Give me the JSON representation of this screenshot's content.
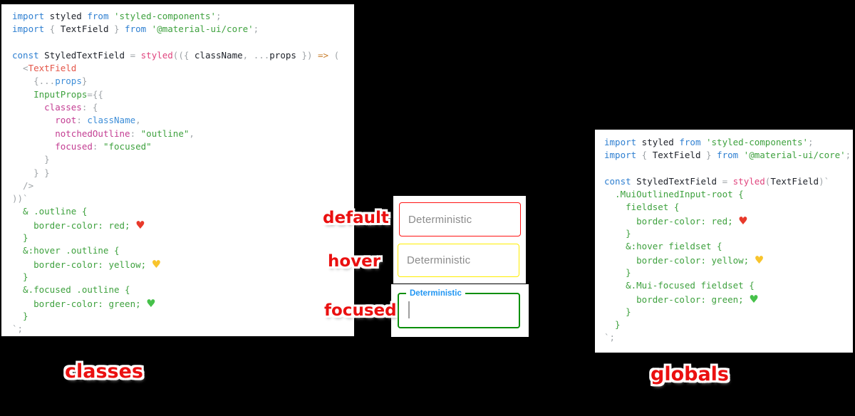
{
  "colors": {
    "background": "#000000",
    "panel_bg": "#ffffff",
    "sticker_red": "#ea1010",
    "field_label_gray": "#8b8b8b",
    "focused_label_blue": "#2196f3",
    "border_default": "#ff1414",
    "border_hover": "#ffee00",
    "border_focused": "#0a8f0a",
    "cursor_gray": "#9e9e9e",
    "syntax": {
      "keyword": "#2e7fd1",
      "plain": "#1d2129",
      "punctuation": "#9fa4a8",
      "green": "#3ea13e",
      "function": "#e0447e",
      "jsx_tag": "#e45649",
      "property": "#c33d92",
      "variable": "#3e8ed8",
      "arrow": "#c97f2e"
    },
    "hearts": {
      "red": "#e8392a",
      "yellow": "#f8c42c",
      "green": "#46c14a"
    }
  },
  "annotations": {
    "default_label": "default",
    "hover_label": "hover",
    "focused_label": "focused",
    "classes_label": "classes",
    "globals_label": "globals"
  },
  "textfields": {
    "default": {
      "label": "Deterministic"
    },
    "hover": {
      "label": "Deterministic"
    },
    "focused": {
      "label": "Deterministic"
    }
  },
  "left_code": {
    "lines": [
      [
        [
          "kw",
          "import"
        ],
        [
          "pln",
          " styled "
        ],
        [
          "kw",
          "from"
        ],
        [
          "grn",
          " 'styled-components'"
        ],
        [
          "pun",
          ";"
        ]
      ],
      [
        [
          "kw",
          "import"
        ],
        [
          "pun",
          " { "
        ],
        [
          "pln",
          "TextField"
        ],
        [
          "pun",
          " } "
        ],
        [
          "kw",
          "from"
        ],
        [
          "grn",
          " '@material-ui/core'"
        ],
        [
          "pun",
          ";"
        ]
      ],
      [],
      [
        [
          "kw",
          "const"
        ],
        [
          "pln",
          " StyledTextField "
        ],
        [
          "pun",
          "= "
        ],
        [
          "fn",
          "styled"
        ],
        [
          "pun",
          "(({ "
        ],
        [
          "pln",
          "className"
        ],
        [
          "pun",
          ", ..."
        ],
        [
          "pln",
          "props"
        ],
        [
          "pun",
          " }) "
        ],
        [
          "arw",
          "=>"
        ],
        [
          "pun",
          " ("
        ]
      ],
      [
        [
          "pun",
          "  <"
        ],
        [
          "tag",
          "TextField"
        ]
      ],
      [
        [
          "pun",
          "    {..."
        ],
        [
          "var",
          "props"
        ],
        [
          "pun",
          "}"
        ]
      ],
      [
        [
          "pun",
          "    "
        ],
        [
          "grn",
          "InputProps"
        ],
        [
          "pun",
          "={{"
        ]
      ],
      [
        [
          "pun",
          "      "
        ],
        [
          "prop",
          "classes"
        ],
        [
          "pun",
          ": {"
        ]
      ],
      [
        [
          "pun",
          "        "
        ],
        [
          "prop",
          "root"
        ],
        [
          "pun",
          ": "
        ],
        [
          "var",
          "className"
        ],
        [
          "pun",
          ","
        ]
      ],
      [
        [
          "pun",
          "        "
        ],
        [
          "prop",
          "notchedOutline"
        ],
        [
          "pun",
          ": "
        ],
        [
          "grn",
          "\"outline\""
        ],
        [
          "pun",
          ","
        ]
      ],
      [
        [
          "pun",
          "        "
        ],
        [
          "prop",
          "focused"
        ],
        [
          "pun",
          ": "
        ],
        [
          "grn",
          "\"focused\""
        ]
      ],
      [
        [
          "pun",
          "      }"
        ]
      ],
      [
        [
          "pun",
          "    } }"
        ]
      ],
      [
        [
          "pun",
          "  />"
        ]
      ],
      [
        [
          "pun",
          "))`"
        ]
      ],
      [
        [
          "grn",
          "  & .outline {"
        ]
      ],
      [
        [
          "grn",
          "    border-color: red; "
        ],
        [
          "hr",
          "♥"
        ]
      ],
      [
        [
          "grn",
          "  }"
        ]
      ],
      [
        [
          "grn",
          "  &:hover .outline {"
        ]
      ],
      [
        [
          "grn",
          "    border-color: yellow; "
        ],
        [
          "hy",
          "♥"
        ]
      ],
      [
        [
          "grn",
          "  }"
        ]
      ],
      [
        [
          "grn",
          "  &.focused .outline {"
        ]
      ],
      [
        [
          "grn",
          "    border-color: green; "
        ],
        [
          "hg",
          "♥"
        ]
      ],
      [
        [
          "grn",
          "  }"
        ]
      ],
      [
        [
          "pun",
          "`;"
        ]
      ]
    ]
  },
  "right_code": {
    "lines": [
      [
        [
          "kw",
          "import"
        ],
        [
          "pln",
          " styled "
        ],
        [
          "kw",
          "from"
        ],
        [
          "grn",
          " 'styled-components'"
        ],
        [
          "pun",
          ";"
        ]
      ],
      [
        [
          "kw",
          "import"
        ],
        [
          "pun",
          " { "
        ],
        [
          "pln",
          "TextField"
        ],
        [
          "pun",
          " } "
        ],
        [
          "kw",
          "from"
        ],
        [
          "grn",
          " '@material-ui/core'"
        ],
        [
          "pun",
          ";"
        ]
      ],
      [],
      [
        [
          "kw",
          "const"
        ],
        [
          "pln",
          " StyledTextField "
        ],
        [
          "pun",
          "= "
        ],
        [
          "fn",
          "styled"
        ],
        [
          "pun",
          "("
        ],
        [
          "pln",
          "TextField"
        ],
        [
          "pun",
          ")`"
        ]
      ],
      [
        [
          "grn",
          "  .MuiOutlinedInput-root {"
        ]
      ],
      [
        [
          "grn",
          "    fieldset {"
        ]
      ],
      [
        [
          "grn",
          "      border-color: red; "
        ],
        [
          "hr",
          "♥"
        ]
      ],
      [
        [
          "grn",
          "    }"
        ]
      ],
      [
        [
          "grn",
          "    &:hover fieldset {"
        ]
      ],
      [
        [
          "grn",
          "      border-color: yellow; "
        ],
        [
          "hy",
          "♥"
        ]
      ],
      [
        [
          "grn",
          "    }"
        ]
      ],
      [
        [
          "grn",
          "    &.Mui-focused fieldset {"
        ]
      ],
      [
        [
          "grn",
          "      border-color: green; "
        ],
        [
          "hg",
          "♥"
        ]
      ],
      [
        [
          "grn",
          "    }"
        ]
      ],
      [
        [
          "grn",
          "  }"
        ]
      ],
      [
        [
          "pun",
          "`;"
        ]
      ]
    ]
  }
}
